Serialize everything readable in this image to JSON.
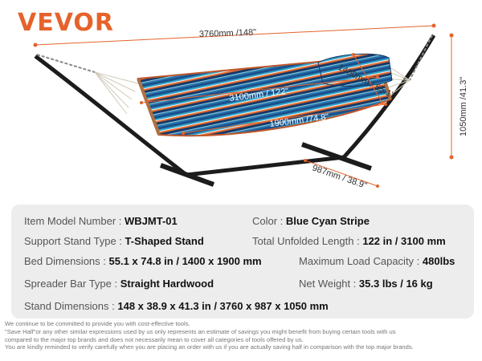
{
  "brand": {
    "logo_text": "VEVOR",
    "accent_color": "#e5632b"
  },
  "dimensions": {
    "total_length": "3760mm /148\"",
    "height": "1050mm /41.3\"",
    "bed_length": "3100mm / 122\"",
    "bed_width": "1400mm / 55.1\"",
    "bed_inner": "1900mm /74.8\"",
    "base_depth": "987mm / 38.9\""
  },
  "hammock_colors": [
    "#1b4f8c",
    "#2fa3c7",
    "#f4f4f4",
    "#e56a2c",
    "#173a6a",
    "#8fd0e0"
  ],
  "specs": {
    "item_model": {
      "label": "Item Model Number :",
      "value": "WBJMT-01"
    },
    "color": {
      "label": "Color :",
      "value": "Blue Cyan Stripe"
    },
    "support_stand": {
      "label": "Support Stand Type :",
      "value": "T-Shaped Stand"
    },
    "unfolded_length": {
      "label": "Total Unfolded Length :",
      "value": "122 in / 3100 mm"
    },
    "bed_dimensions": {
      "label": "Bed Dimensions :",
      "value": "55.1 x 74.8 in / 1400 x 1900 mm"
    },
    "max_load": {
      "label": "Maximum Load Capacity :",
      "value": "480lbs"
    },
    "spreader_bar": {
      "label": "Spreader Bar Type :",
      "value": "Straight Hardwood"
    },
    "net_weight": {
      "label": "Net Weight :",
      "value": "35.3 lbs / 16 kg"
    },
    "stand_dimensions": {
      "label": "Stand Dimensions :",
      "value": "148 x 38.9 x 41.3 in / 3760 x 987 x 1050 mm"
    }
  },
  "disclaimer": [
    "We continue to be committed to provide you with cost-effective tools.",
    "\"Save Half\"or any other similar expressions used by us only represents an estimate of savings you might benefit from buying certain tools with us",
    "compared to the major top brands and does not necessarily mean to cover all categories of tools offered by us.",
    "You are kindly reminded to verify carefully when you are placing an order with us if you are actually saving half in comparison with the top major brands."
  ]
}
